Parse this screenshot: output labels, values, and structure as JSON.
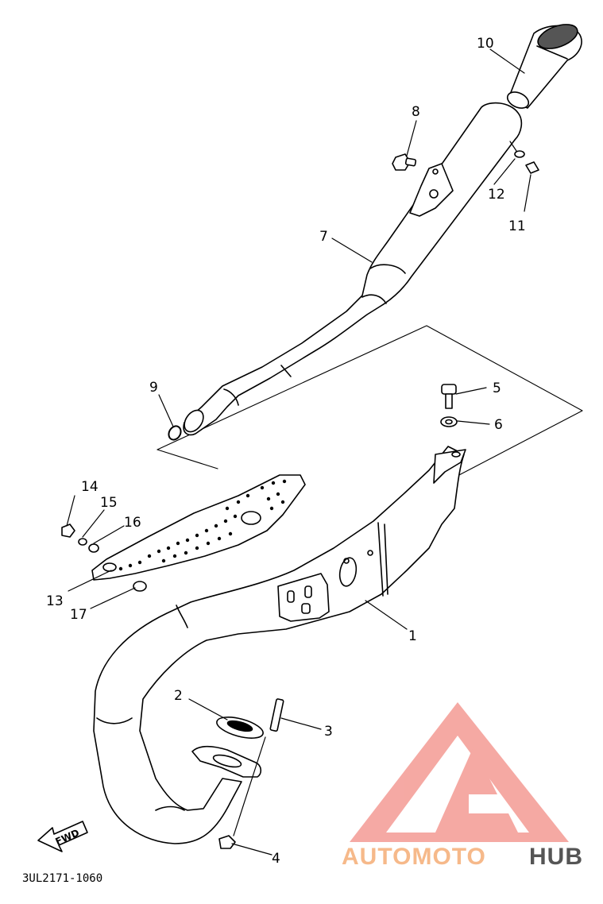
{
  "diagram": {
    "part_numbers": [
      "1",
      "2",
      "3",
      "4",
      "5",
      "6",
      "7",
      "8",
      "9",
      "10",
      "11",
      "12",
      "13",
      "14",
      "15",
      "16",
      "17"
    ],
    "drawing_code": "3UL2171-1060",
    "direction_arrow": "FWD"
  },
  "watermark": {
    "brand_part1": "AUTOMOTO",
    "brand_part2": "HUB",
    "colors": {
      "logo": "#f4a09a",
      "part1": "#f6b98a",
      "part2": "#555555"
    }
  },
  "colors": {
    "line": "#000000",
    "background": "#ffffff"
  }
}
